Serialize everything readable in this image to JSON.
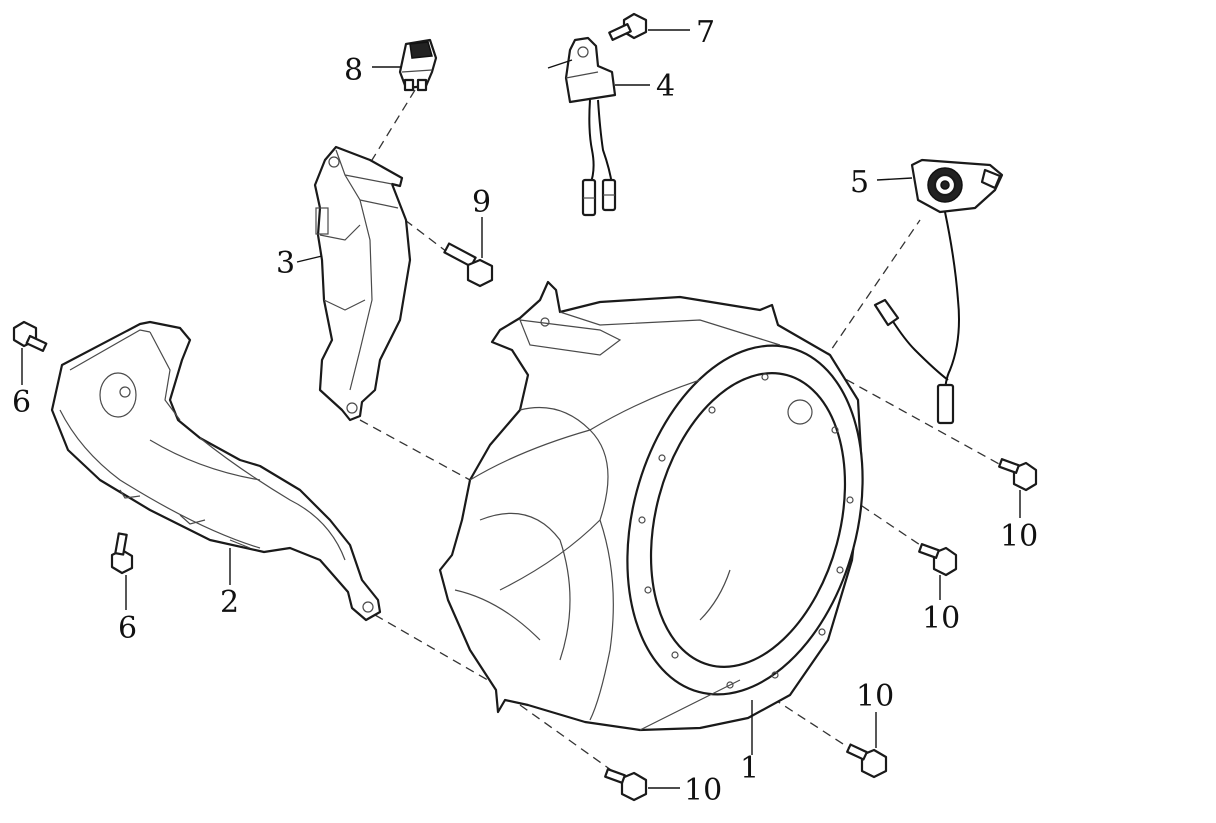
{
  "callouts": [
    {
      "id": "c1",
      "text": "1"
    },
    {
      "id": "c2",
      "text": "2"
    },
    {
      "id": "c3",
      "text": "3"
    },
    {
      "id": "c4",
      "text": "4"
    },
    {
      "id": "c5",
      "text": "5"
    },
    {
      "id": "c6a",
      "text": "6"
    },
    {
      "id": "c6b",
      "text": "6"
    },
    {
      "id": "c7",
      "text": "7"
    },
    {
      "id": "c8",
      "text": "8"
    },
    {
      "id": "c9",
      "text": "9"
    },
    {
      "id": "c10a",
      "text": "10"
    },
    {
      "id": "c10b",
      "text": "10"
    },
    {
      "id": "c10c",
      "text": "10"
    },
    {
      "id": "c10d",
      "text": "10"
    }
  ]
}
